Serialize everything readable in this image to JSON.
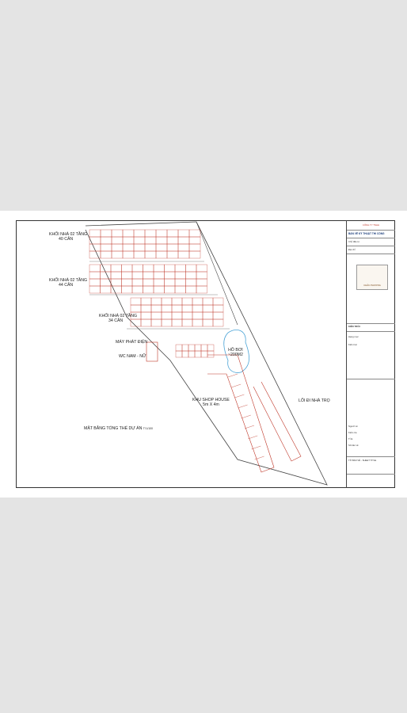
{
  "plan": {
    "title": "MẶT BẰNG TỔNG THỂ DỰ ÁN",
    "title_scale": "Tỉ 1/100",
    "labels": {
      "block1": [
        "KHỐI NHÀ 02 TẦNG",
        "40 CĂN"
      ],
      "block2": [
        "KHỐI NHÀ 02 TẦNG",
        "44 CĂN"
      ],
      "block3": [
        "KHỐI NHÀ 02 TẦNG",
        "34 CĂN"
      ],
      "generator": "MÁY PHÁT ĐIỆN",
      "wc": "WC NAM - NỮ",
      "lake": [
        "HỒ BƠI",
        "~200M2"
      ],
      "shophouse": [
        "KHU SHOP HOUSE",
        "5m X 4m"
      ],
      "entry": "LỐI ĐI NHÀ TRỌ"
    }
  },
  "title_block": {
    "company": "CÔNG TY TNHH",
    "heading": "BẢN VẼ KỸ THUẬT THI CÔNG",
    "rows": [
      "Chủ đầu tư",
      "Địa chỉ",
      "Hạng mục",
      "Kiến trúc",
      "Người vẽ",
      "Kiểm tra",
      "Tỉ lệ",
      "Số bản vẽ"
    ],
    "section": "KIẾN TRÚC",
    "logo_text": "CHÂU PHƯƠNG",
    "stamp": "TỜ BẢN VẼ - SHEET TITLE"
  },
  "colors": {
    "wall": "#c0392b",
    "line": "#444444",
    "water": "#4aa3d6"
  }
}
